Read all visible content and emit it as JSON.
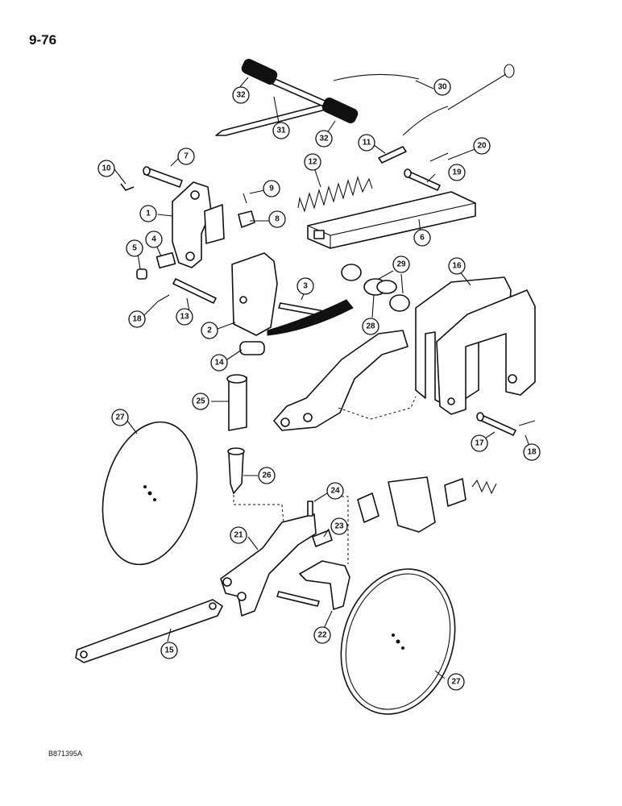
{
  "page_number": "9-76",
  "drawing_code": "B871395A",
  "callouts": [
    {
      "label": "1"
    },
    {
      "label": "2"
    },
    {
      "label": "3"
    },
    {
      "label": "4"
    },
    {
      "label": "5"
    },
    {
      "label": "6"
    },
    {
      "label": "7"
    },
    {
      "label": "8"
    },
    {
      "label": "9"
    },
    {
      "label": "10"
    },
    {
      "label": "11"
    },
    {
      "label": "12"
    },
    {
      "label": "13"
    },
    {
      "label": "14"
    },
    {
      "label": "15"
    },
    {
      "label": "16"
    },
    {
      "label": "17"
    },
    {
      "label": "18"
    },
    {
      "label": "18"
    },
    {
      "label": "19"
    },
    {
      "label": "20"
    },
    {
      "label": "21"
    },
    {
      "label": "22"
    },
    {
      "label": "23"
    },
    {
      "label": "24"
    },
    {
      "label": "25"
    },
    {
      "label": "26"
    },
    {
      "label": "27"
    },
    {
      "label": "27"
    },
    {
      "label": "28"
    },
    {
      "label": "29"
    },
    {
      "label": "30"
    },
    {
      "label": "31"
    },
    {
      "label": "32"
    },
    {
      "label": "32"
    }
  ]
}
